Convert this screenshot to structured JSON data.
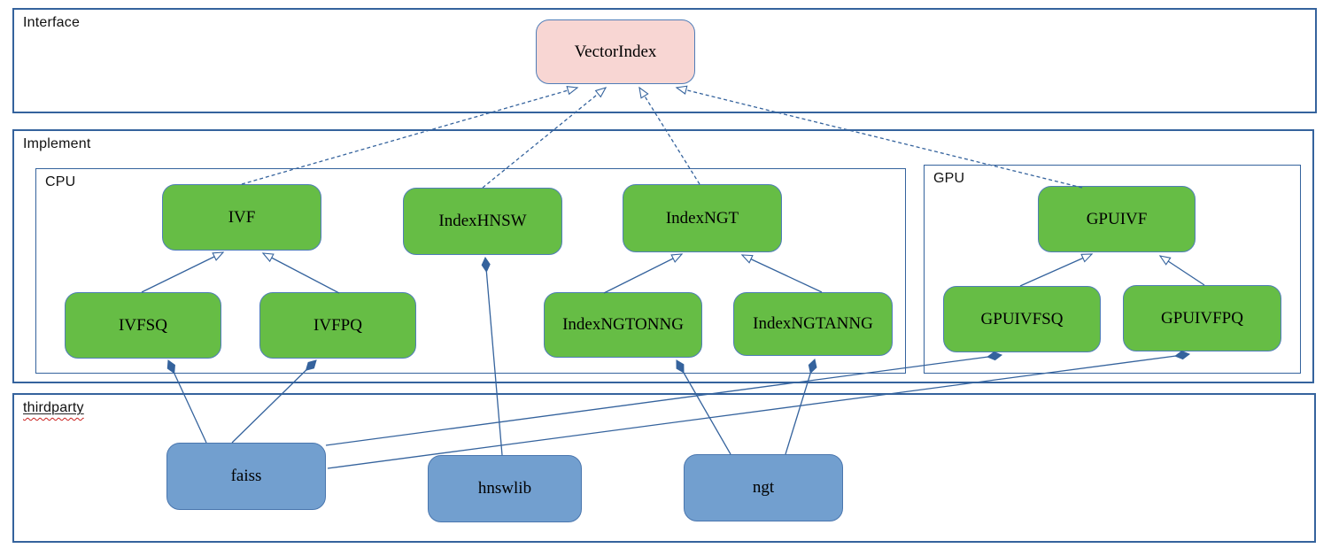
{
  "containers": {
    "interface": {
      "label": "Interface"
    },
    "implement": {
      "label": "Implement"
    },
    "cpu": {
      "label": "CPU"
    },
    "gpu": {
      "label": "GPU"
    },
    "thirdparty": {
      "label": "thirdparty",
      "spellcheck_underline": true
    }
  },
  "nodes": {
    "vectorindex": {
      "label": "VectorIndex",
      "kind": "interface-class"
    },
    "ivf": {
      "label": "IVF",
      "kind": "cpu-class"
    },
    "indexhnsw": {
      "label": "IndexHNSW",
      "kind": "cpu-class"
    },
    "indexngt": {
      "label": "IndexNGT",
      "kind": "cpu-class"
    },
    "ivfsq": {
      "label": "IVFSQ",
      "kind": "cpu-class"
    },
    "ivfpq": {
      "label": "IVFPQ",
      "kind": "cpu-class"
    },
    "indexngtonng": {
      "label": "IndexNGTONNG",
      "kind": "cpu-class"
    },
    "indexngtanng": {
      "label": "IndexNGTANNG",
      "kind": "cpu-class"
    },
    "gpuivf": {
      "label": "GPUIVF",
      "kind": "gpu-class"
    },
    "gpuivfsq": {
      "label": "GPUIVFSQ",
      "kind": "gpu-class"
    },
    "gpuivfpq": {
      "label": "GPUIVFPQ",
      "kind": "gpu-class"
    },
    "faiss": {
      "label": "faiss",
      "kind": "thirdparty-lib"
    },
    "hnswlib": {
      "label": "hnswlib",
      "kind": "thirdparty-lib"
    },
    "ngt": {
      "label": "ngt",
      "kind": "thirdparty-lib"
    }
  },
  "edges": [
    {
      "from": "IVF",
      "to": "VectorIndex",
      "type": "realization-dashed-open-arrow"
    },
    {
      "from": "IndexHNSW",
      "to": "VectorIndex",
      "type": "realization-dashed-open-arrow"
    },
    {
      "from": "IndexNGT",
      "to": "VectorIndex",
      "type": "realization-dashed-open-arrow"
    },
    {
      "from": "GPUIVF",
      "to": "VectorIndex",
      "type": "realization-dashed-open-arrow"
    },
    {
      "from": "IVFSQ",
      "to": "IVF",
      "type": "generalization-open-arrow"
    },
    {
      "from": "IVFPQ",
      "to": "IVF",
      "type": "generalization-open-arrow"
    },
    {
      "from": "IndexNGTONNG",
      "to": "IndexNGT",
      "type": "generalization-open-arrow"
    },
    {
      "from": "IndexNGTANNG",
      "to": "IndexNGT",
      "type": "generalization-open-arrow"
    },
    {
      "from": "GPUIVFSQ",
      "to": "GPUIVF",
      "type": "generalization-open-arrow"
    },
    {
      "from": "GPUIVFPQ",
      "to": "GPUIVF",
      "type": "generalization-open-arrow"
    },
    {
      "from": "faiss",
      "to": "IVFSQ",
      "type": "composition-diamond"
    },
    {
      "from": "faiss",
      "to": "IVFPQ",
      "type": "composition-diamond"
    },
    {
      "from": "faiss",
      "to": "GPUIVFSQ",
      "type": "composition-diamond"
    },
    {
      "from": "faiss",
      "to": "GPUIVFPQ",
      "type": "composition-diamond"
    },
    {
      "from": "hnswlib",
      "to": "IndexHNSW",
      "type": "composition-diamond"
    },
    {
      "from": "ngt",
      "to": "IndexNGTONNG",
      "type": "composition-diamond"
    },
    {
      "from": "ngt",
      "to": "IndexNGTANNG",
      "type": "composition-diamond"
    }
  ],
  "colors": {
    "line": "#35639d",
    "interface_fill": "#f8d6d3",
    "implement_fill": "#66bd45",
    "thirdparty_fill": "#729fcf",
    "spellcheck": "#c9211e"
  }
}
